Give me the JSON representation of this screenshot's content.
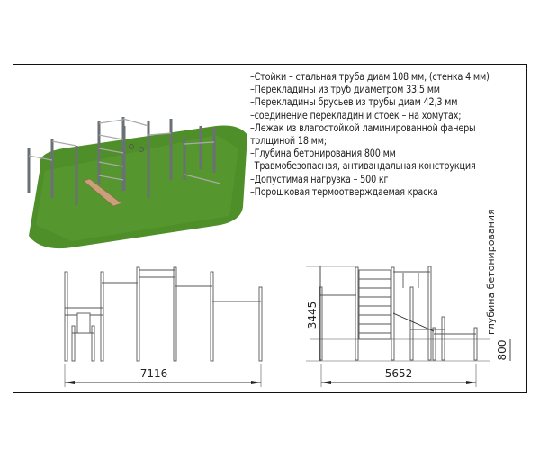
{
  "specs": [
    "–Стойки – стальная труба диам 108 мм, (стенка 4 мм)",
    "–Перекладины из труб диаметром 33,5 мм",
    "–Перекладины брусьев из трубы диам 42,3 мм",
    "–соединение перекладин и стоек – на хомутах;",
    "–Лежак из влагостойкой ламинированной фанеры",
    "толщиной 18 мм;",
    "–Глубина бетонирования  800 мм",
    "–Травмобезопасная, антивандальная конструкция",
    "–Допустимая нагрузка – 500 кг",
    "–Порошковая термоотверждаемая краска"
  ],
  "dimensions": {
    "front_width": "7116",
    "side_width": "5652",
    "height": "3445",
    "depth": "800",
    "depth_label": "глубина бетонирования"
  },
  "colors": {
    "grass": "#4f8f2a",
    "steel": "#6b7075",
    "board": "#c9a07a"
  }
}
